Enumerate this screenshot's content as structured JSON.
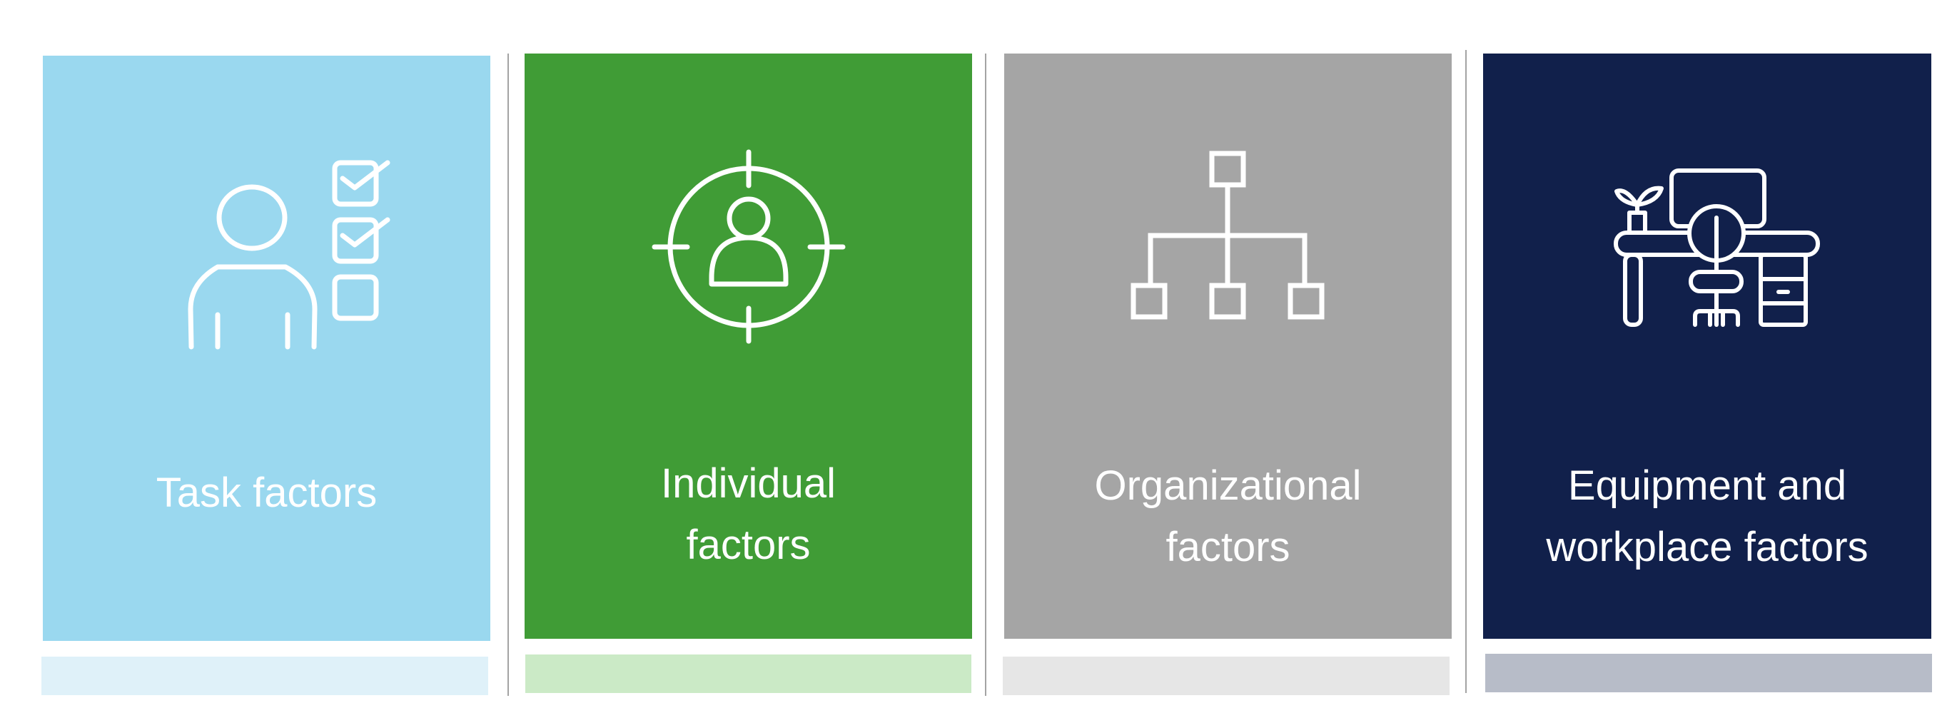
{
  "cards": [
    {
      "id": "task",
      "icon": "person-checklist-icon",
      "label_lines": [
        "Task factors"
      ],
      "color": "#9ad8ef",
      "bar_color": "#dff1f9"
    },
    {
      "id": "individual",
      "icon": "person-target-icon",
      "label_lines": [
        "Individual",
        "factors"
      ],
      "color": "#409c36",
      "bar_color": "#cbeac6"
    },
    {
      "id": "organizational",
      "icon": "org-chart-icon",
      "label_lines": [
        "Organizational",
        "factors"
      ],
      "color": "#a5a5a5",
      "bar_color": "#e6e6e6"
    },
    {
      "id": "equipment",
      "icon": "desk-workstation-icon",
      "label_lines": [
        "Equipment and",
        "workplace factors"
      ],
      "color": "#11204b",
      "bar_color": "#b7bcc8"
    }
  ],
  "divider_color": "#a3a3a3"
}
